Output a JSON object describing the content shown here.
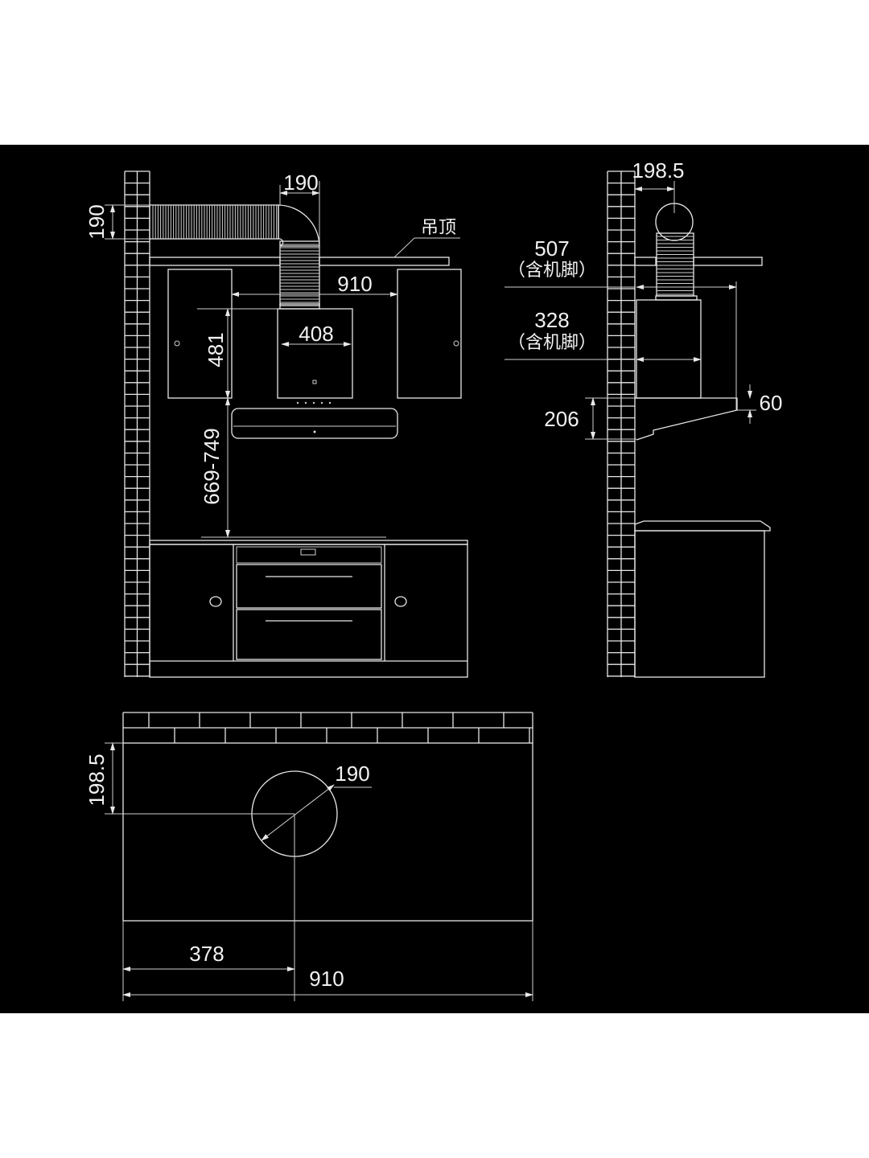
{
  "front_view": {
    "duct_width": "190",
    "duct_height": "190",
    "ceiling_label": "吊顶",
    "cabinet_gap": "910",
    "body_width": "408",
    "body_height": "481",
    "install_height": "669-749"
  },
  "side_view": {
    "duct_offset": "198.5",
    "depth_total": "507",
    "depth_total_note": "（含机脚）",
    "body_depth": "328",
    "body_depth_note": "（含机脚）",
    "panel_height": "206",
    "panel_edge": "60"
  },
  "plan_view": {
    "duct_diameter": "190",
    "duct_offset": "198.5",
    "center_offset": "378",
    "total_width": "910"
  },
  "colors": {
    "background": "#000000",
    "line": "#e8e8e8",
    "page": "#ffffff"
  }
}
